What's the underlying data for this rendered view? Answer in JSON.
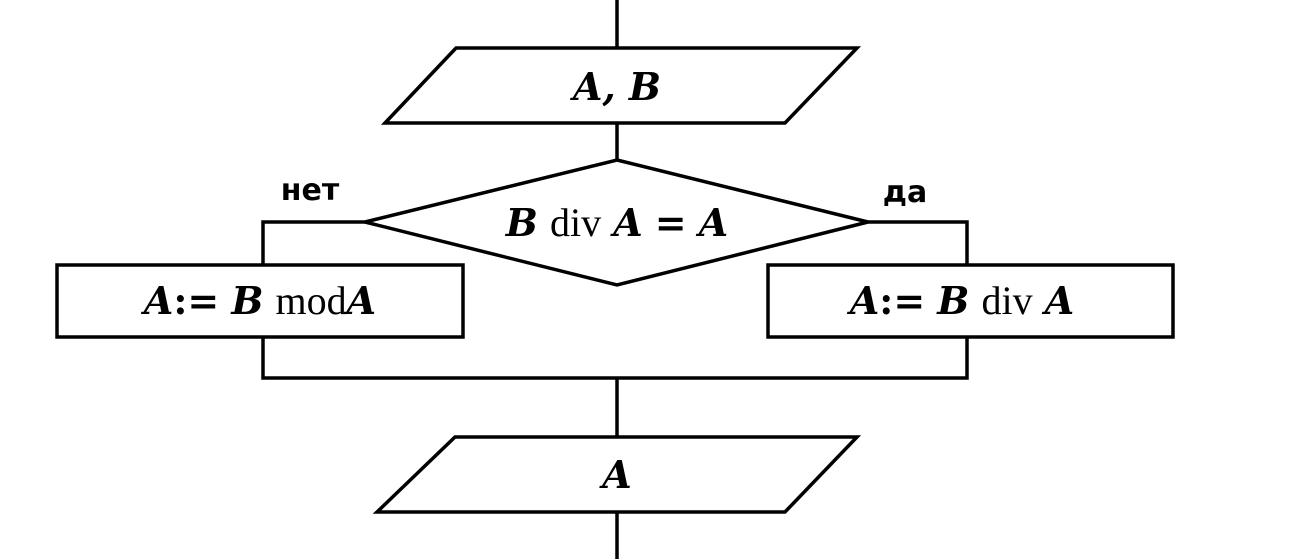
{
  "flowchart": {
    "input_block": {
      "text": "A, B"
    },
    "condition": {
      "left": "B",
      "kw": "div",
      "mid": "A",
      "eq": "=",
      "right": "A"
    },
    "branch_no_label": "нет",
    "branch_yes_label": "да",
    "no_action": {
      "target": "A",
      "assign": ":=",
      "left": "B",
      "kw": "mod",
      "right": "A"
    },
    "yes_action": {
      "target": "A",
      "assign": ":=",
      "left": "B",
      "kw": "div",
      "right": "A"
    },
    "output_block": {
      "text": "A"
    }
  }
}
